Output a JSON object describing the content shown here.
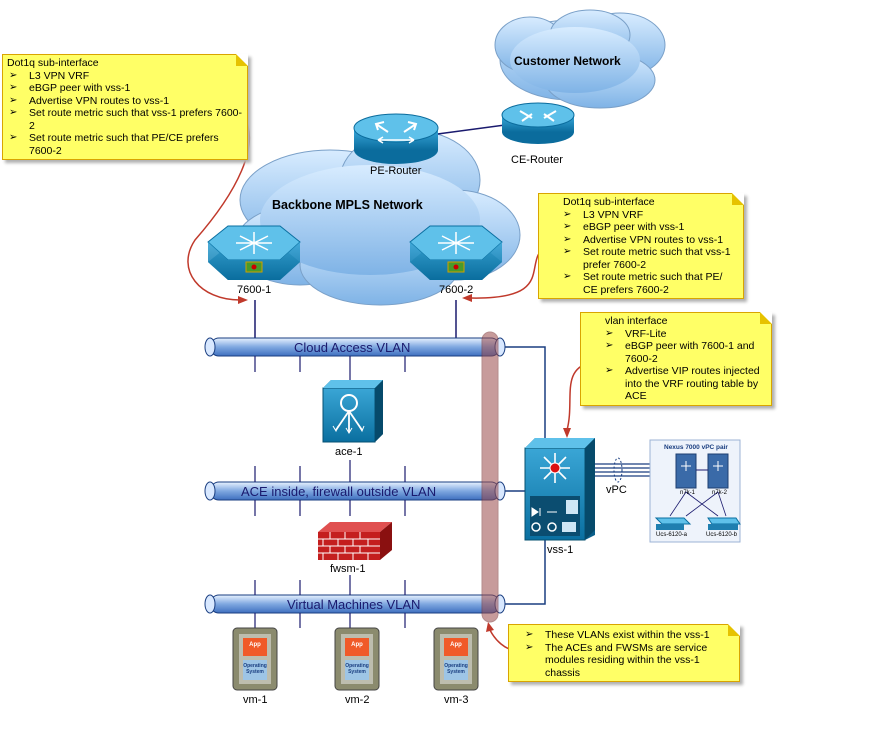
{
  "clouds": {
    "customer": "Customer Network",
    "backbone": "Backbone MPLS Network"
  },
  "devices": {
    "pe_router": "PE-Router",
    "ce_router": "CE-Router",
    "switch1": "7600-1",
    "switch2": "7600-2",
    "ace": "ace-1",
    "fwsm": "fwsm-1",
    "vss": "vss-1",
    "vpc": "vPC",
    "vm1": "vm-1",
    "vm2": "vm-2",
    "vm3": "vm-3",
    "vm_app": "App",
    "vm_os": "Operating System"
  },
  "vlans": {
    "cloud_access": "Cloud Access VLAN",
    "ace_inside": "ACE inside, firewall outside VLAN",
    "virtual_machines": "Virtual Machines VLAN"
  },
  "nexus": {
    "title": "Nexus 7000 vPC pair",
    "n7k1": "n7k-1",
    "n7k2": "n7k-2",
    "ucs_a": "Ucs-6120-a",
    "ucs_b": "Ucs-6120-b"
  },
  "notes": {
    "left": {
      "title": "Dot1q sub-interface",
      "items": [
        "L3 VPN VRF",
        "eBGP peer with vss-1",
        "Advertise VPN routes to vss-1",
        "Set route metric such that vss-1 prefers 7600-2",
        "Set route metric such that PE/CE prefers 7600-2"
      ]
    },
    "right": {
      "title": "Dot1q sub-interface",
      "items": [
        "L3 VPN VRF",
        "eBGP peer with vss-1",
        "Advertise VPN routes to vss-1",
        "Set route metric such that vss-1 prefer 7600-2",
        "Set route metric such that PE/ CE prefers 7600-2"
      ]
    },
    "vlan": {
      "title": "vlan interface",
      "items": [
        "VRF-Lite",
        "eBGP peer with 7600-1 and 7600-2",
        "Advertise VIP routes injected into the VRF routing table by ACE"
      ]
    },
    "bottom": {
      "items": [
        "These VLANs exist within the vss-1",
        "The ACEs and FWSMs are service modules residing within the vss-1 chassis"
      ]
    }
  }
}
